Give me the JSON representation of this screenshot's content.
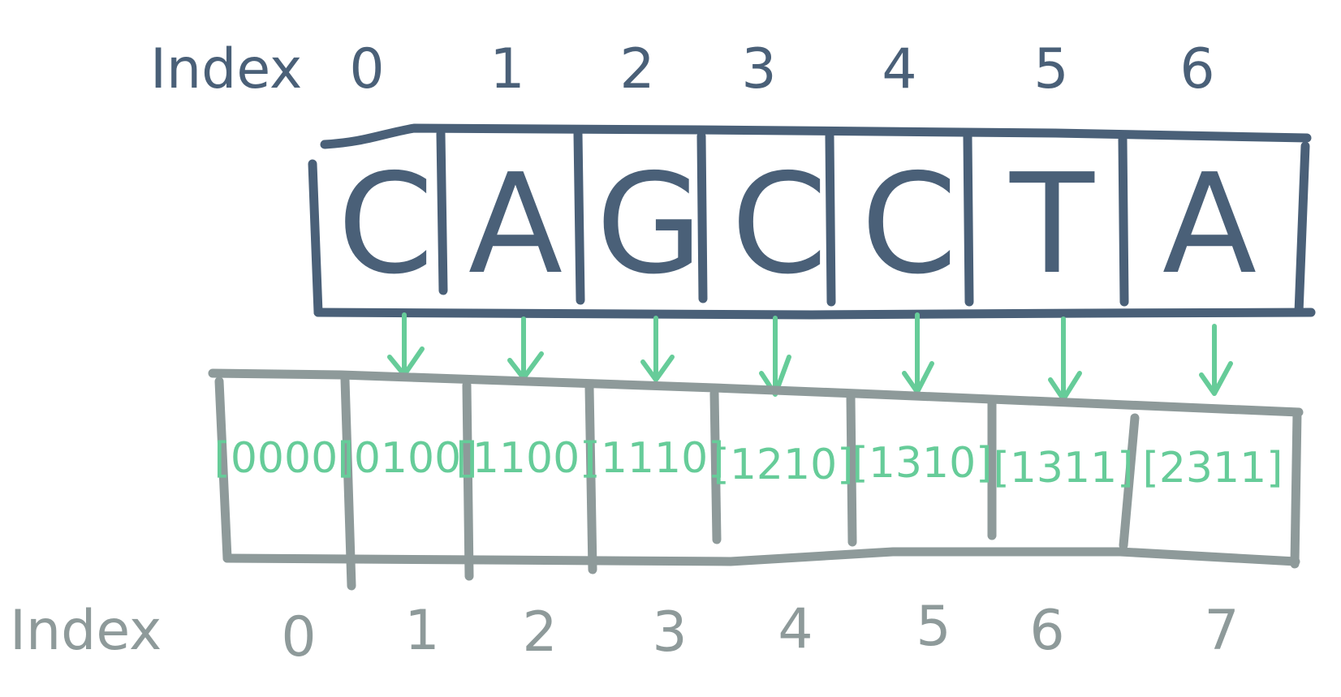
{
  "top_array": {
    "index_label": "Index",
    "indices": [
      "0",
      "1",
      "2",
      "3",
      "4",
      "5",
      "6"
    ],
    "letters": [
      "C",
      "A",
      "G",
      "C",
      "C",
      "T",
      "A"
    ],
    "color": "#4a6078"
  },
  "bottom_array": {
    "index_label": "Index",
    "indices": [
      "0",
      "1",
      "2",
      "3",
      "4",
      "5",
      "6",
      "7"
    ],
    "values": [
      "[0000]",
      "[0100]",
      "[1100]",
      "[1110]",
      "[1210]",
      "[1310]",
      "[1311]",
      "[2311]"
    ],
    "color": "#8e9a9a"
  },
  "arrow_color": "#66cc99",
  "arrows": [
    {
      "from": 0,
      "to": 1
    },
    {
      "from": 1,
      "to": 2
    },
    {
      "from": 2,
      "to": 3
    },
    {
      "from": 3,
      "to": 4
    },
    {
      "from": 4,
      "to": 5
    },
    {
      "from": 5,
      "to": 6
    },
    {
      "from": 6,
      "to": 7
    }
  ]
}
